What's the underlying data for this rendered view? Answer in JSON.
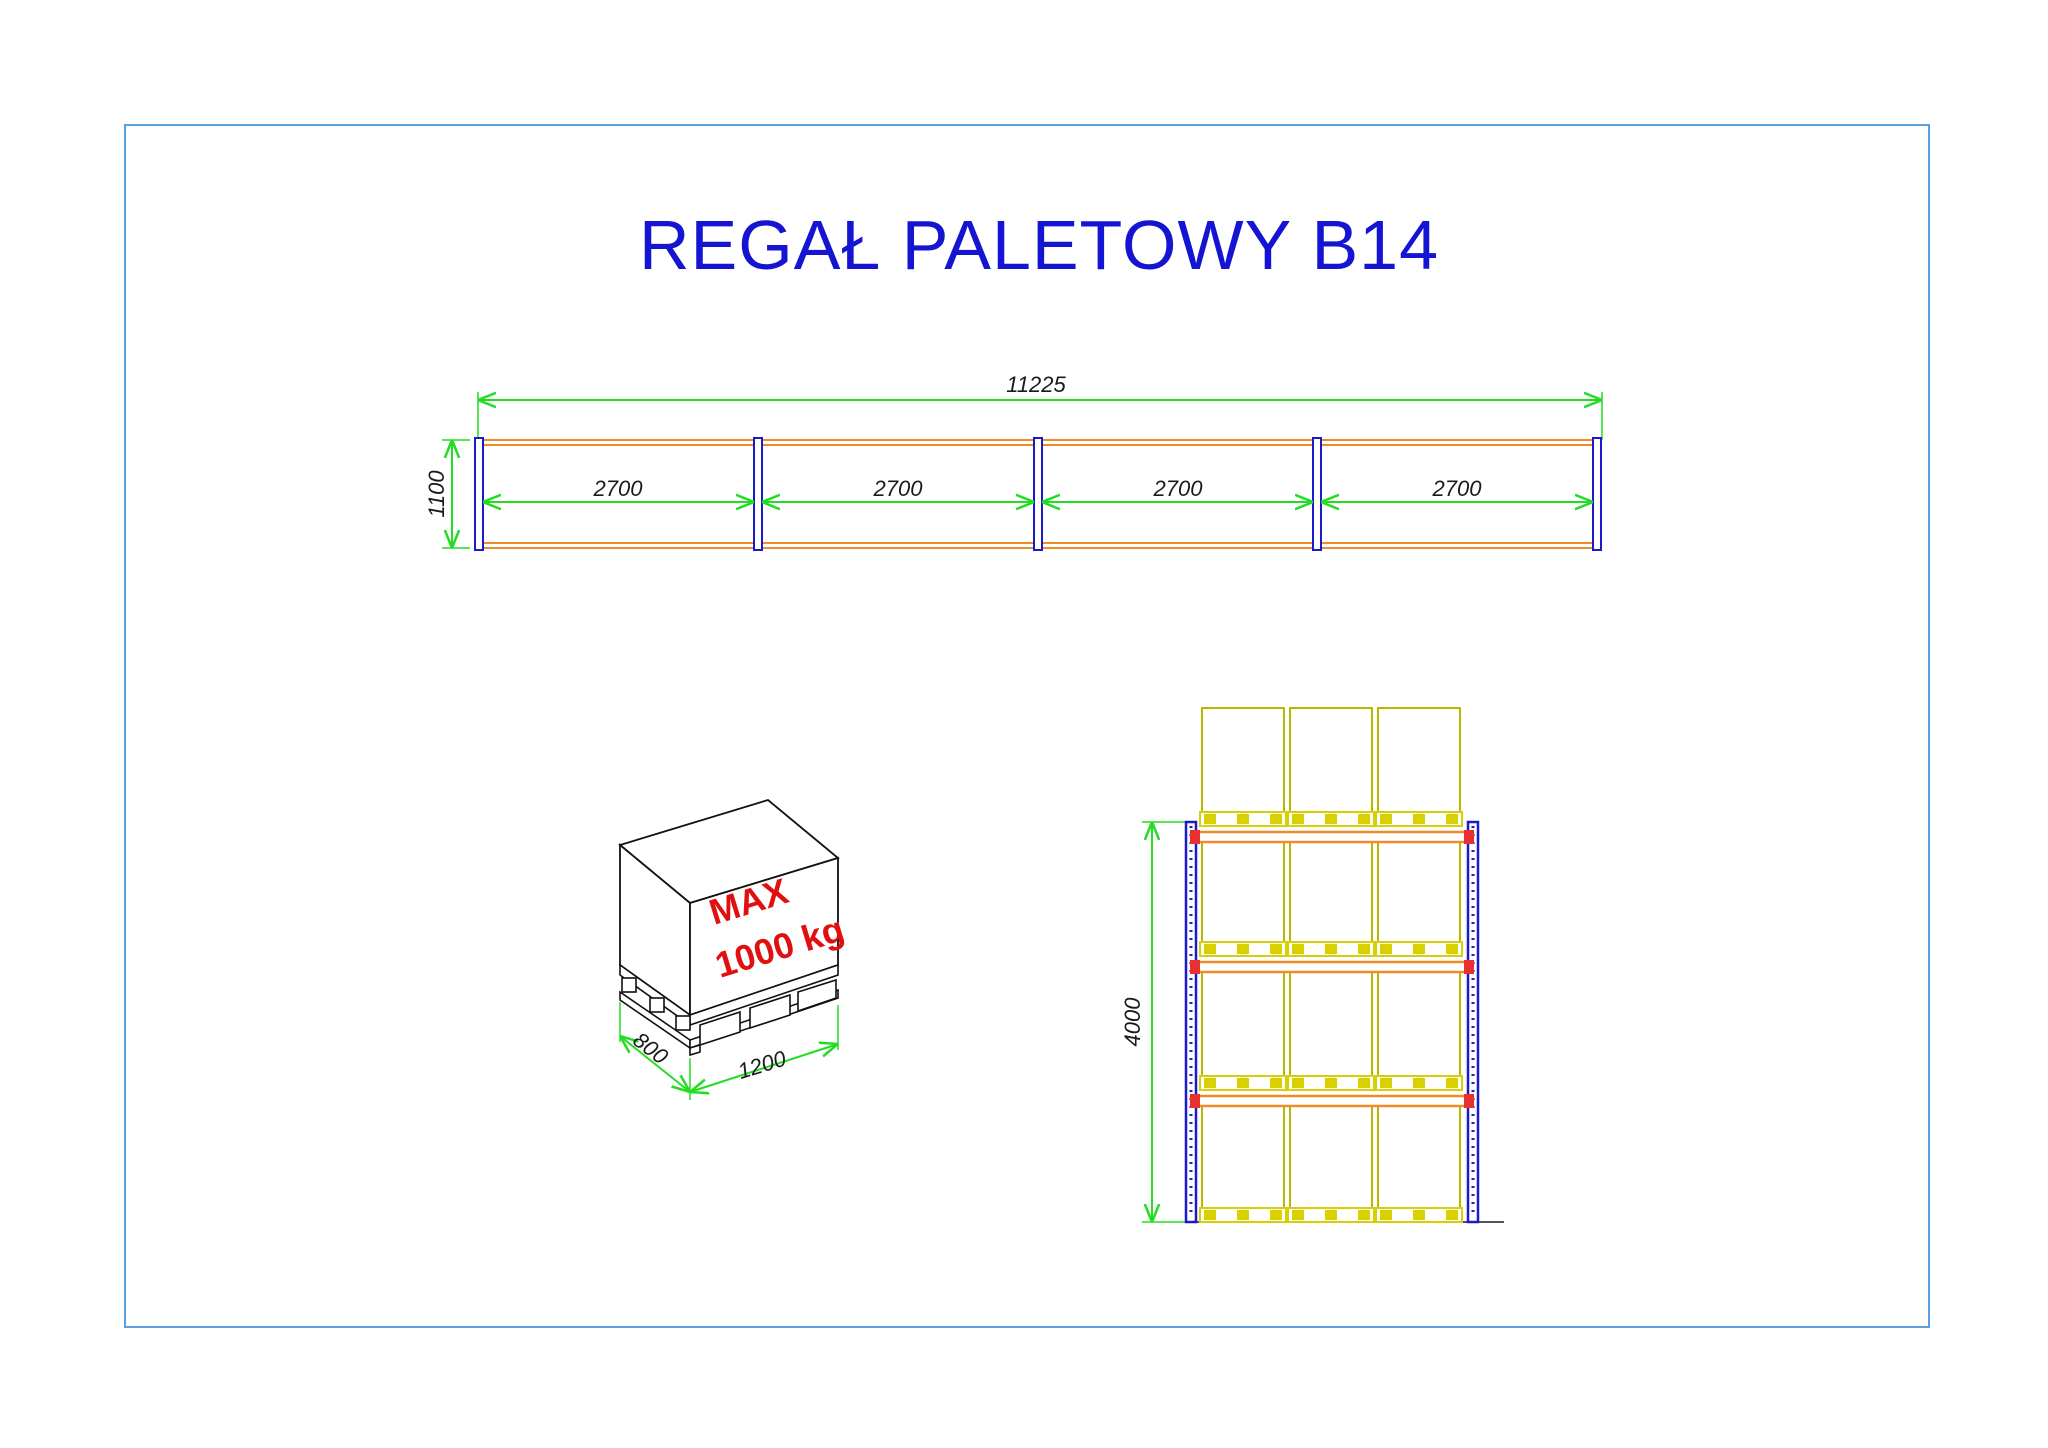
{
  "title": "REGAŁ PALETOWY B14",
  "top_view": {
    "total_length": "11225",
    "depth": "1100",
    "bay_widths": [
      "2700",
      "2700",
      "2700",
      "2700"
    ]
  },
  "pallet": {
    "label_line1": "MAX",
    "label_line2": "1000 kg",
    "width": "1200",
    "depth": "800"
  },
  "front_view": {
    "height": "4000",
    "levels": 4,
    "pallets_per_level": 3
  },
  "colors": {
    "frame": "#5aa0e0",
    "title": "#1414d2",
    "upright": "#1a1acc",
    "beam": "#f08c28",
    "dimension": "#22dd22",
    "pallet_outline": "#b8b800",
    "pallet_base": "#d8d000",
    "max_label": "#e01010"
  }
}
